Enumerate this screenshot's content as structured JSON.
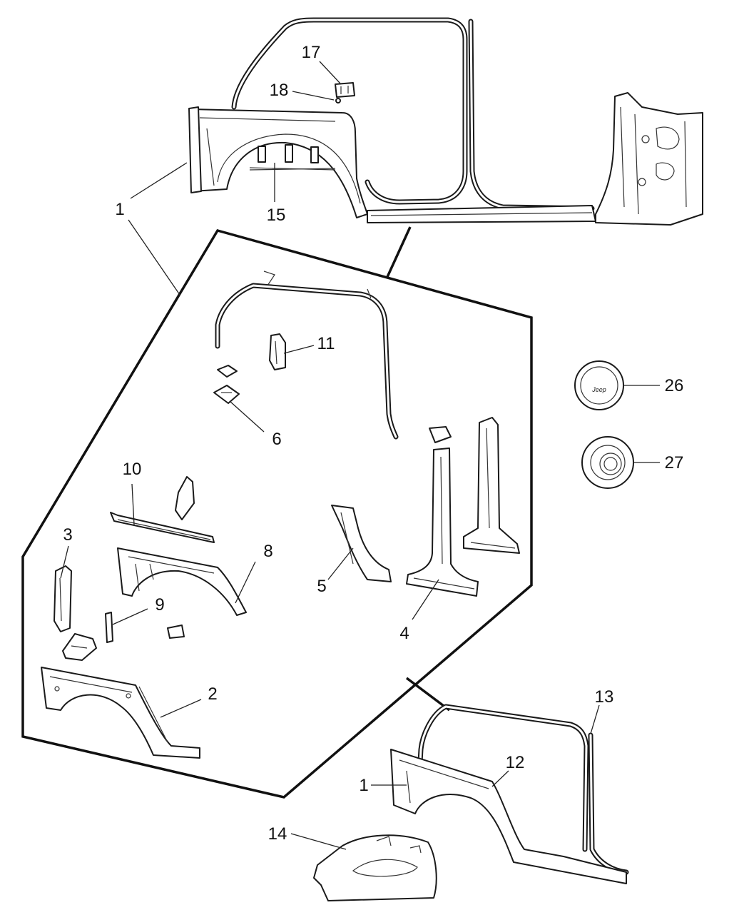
{
  "callouts": [
    {
      "id": "1",
      "label": "1"
    },
    {
      "id": "1b",
      "label": "1"
    },
    {
      "id": "2",
      "label": "2"
    },
    {
      "id": "3",
      "label": "3"
    },
    {
      "id": "4",
      "label": "4"
    },
    {
      "id": "5",
      "label": "5"
    },
    {
      "id": "6",
      "label": "6"
    },
    {
      "id": "8",
      "label": "8"
    },
    {
      "id": "9",
      "label": "9"
    },
    {
      "id": "10",
      "label": "10"
    },
    {
      "id": "11",
      "label": "11"
    },
    {
      "id": "12",
      "label": "12"
    },
    {
      "id": "13",
      "label": "13"
    },
    {
      "id": "14",
      "label": "14"
    },
    {
      "id": "15",
      "label": "15"
    },
    {
      "id": "17",
      "label": "17"
    },
    {
      "id": "18",
      "label": "18"
    },
    {
      "id": "26",
      "label": "26"
    },
    {
      "id": "27",
      "label": "27"
    }
  ],
  "fuel_door_logo": "Jeep"
}
